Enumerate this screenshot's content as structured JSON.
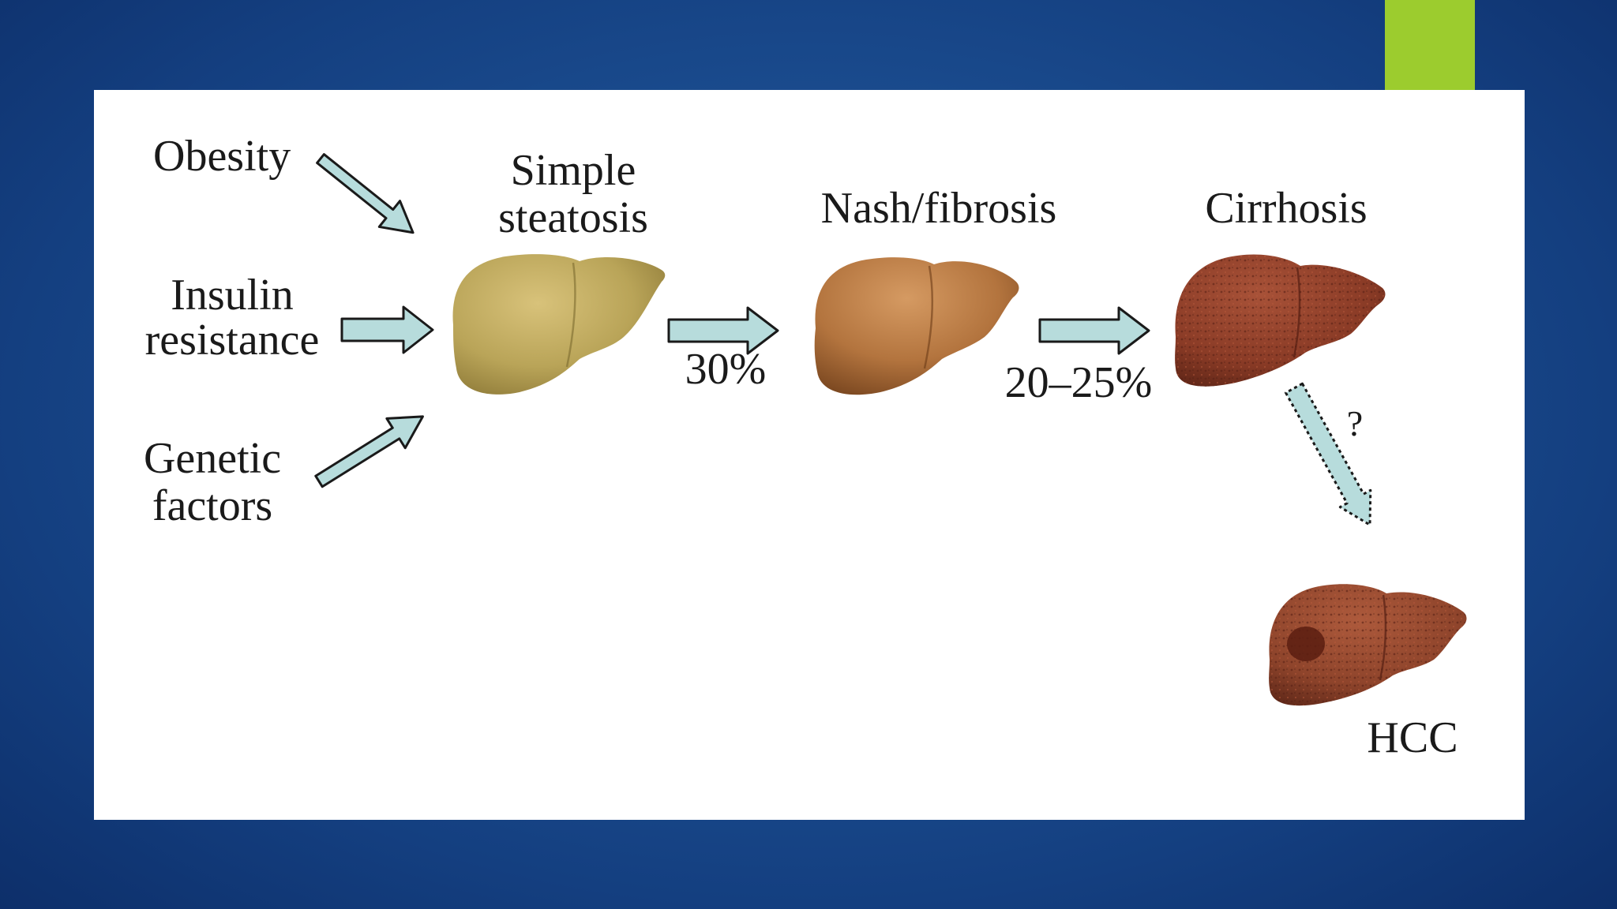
{
  "diagram": {
    "causes": [
      {
        "id": "obesity",
        "label": "Obesity"
      },
      {
        "id": "insulin",
        "label": "Insulin\nresistance"
      },
      {
        "id": "genetic",
        "label": "Genetic\nfactors"
      }
    ],
    "stages": [
      {
        "id": "steatosis",
        "label": "Simple\nsteatosis",
        "color": "#b9a458"
      },
      {
        "id": "nash",
        "label": "Nash/fibrosis",
        "color": "#b3743e"
      },
      {
        "id": "cirrhosis",
        "label": "Cirrhosis",
        "color": "#8a3b26"
      },
      {
        "id": "hcc",
        "label": "HCC",
        "color": "#8e442b"
      }
    ],
    "transitions": [
      {
        "from": "steatosis",
        "to": "nash",
        "label": "30%"
      },
      {
        "from": "nash",
        "to": "cirrhosis",
        "label": "20–25%"
      },
      {
        "from": "cirrhosis",
        "to": "hcc",
        "label": "?"
      }
    ],
    "arrow_color": "#b7dcdc",
    "accent_color": "#9ccc2e"
  }
}
